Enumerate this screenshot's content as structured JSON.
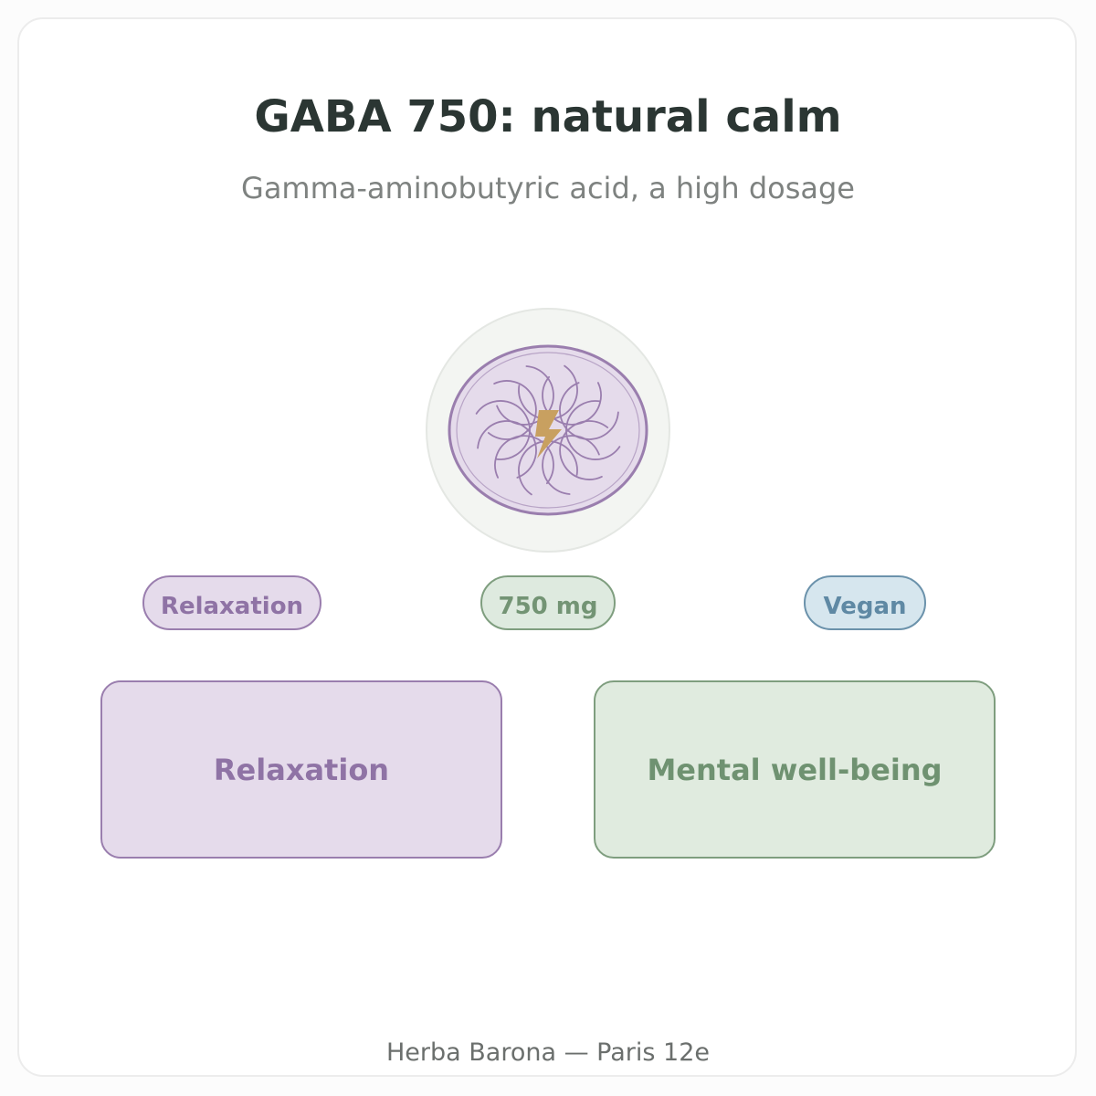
{
  "header": {
    "title": "GABA 750: natural calm",
    "subtitle": "Gamma-aminobutyric acid, a high dosage"
  },
  "emblem": {
    "icon": "spiral-pattern-lightning-icon",
    "colors": {
      "ring": "#f3f5f2",
      "ring_border": "#e4e7e3",
      "fill": "#e5dbeb",
      "stroke": "#9a7eae",
      "bolt": "#c8a060"
    }
  },
  "tags": [
    {
      "label": "Relaxation"
    },
    {
      "label": "750 mg"
    },
    {
      "label": "Vegan"
    }
  ],
  "benefits": [
    {
      "label": "Relaxation"
    },
    {
      "label": "Mental well-being"
    }
  ],
  "footer": {
    "text": "Herba Barona — Paris 12e"
  },
  "colors": {
    "title": "#2b3633",
    "purple": "#8f73a5",
    "green": "#739474",
    "blue": "#5f89a4"
  }
}
